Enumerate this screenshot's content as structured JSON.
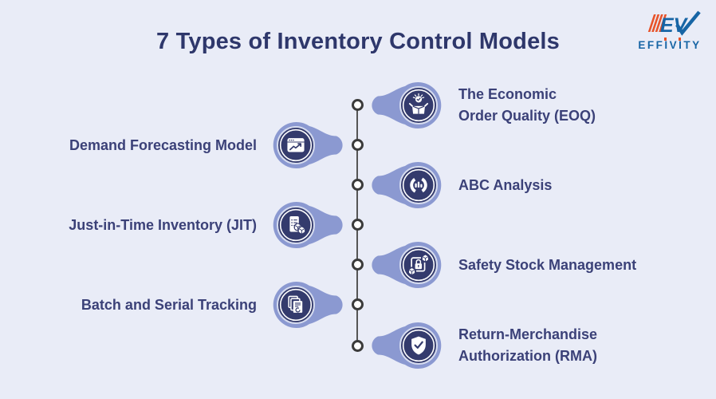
{
  "title": "7 Types of Inventory Control Models",
  "logo": {
    "brand": "EFFIVITY"
  },
  "colors": {
    "background": "#e9ecf7",
    "blob": "#8b99d1",
    "circle_fill": "#343b6d",
    "halo": "#d6dcef",
    "title_text": "#2e376b",
    "label_text": "#3b4178",
    "line": "#555555",
    "dot_border": "#3b3b3b",
    "logo_blue": "#1765a5",
    "logo_orange": "#e8532a"
  },
  "items": [
    {
      "id": "eoq",
      "side": "right",
      "icon": "open-box-check-icon",
      "label_lines": [
        "The Economic",
        "Order Quality (EOQ)"
      ]
    },
    {
      "id": "demand-forecasting",
      "side": "left",
      "icon": "trend-chart-icon",
      "label_lines": [
        "Demand Forecasting Model"
      ]
    },
    {
      "id": "abc-analysis",
      "side": "right",
      "icon": "donut-chart-icon",
      "label_lines": [
        "ABC Analysis"
      ]
    },
    {
      "id": "jit",
      "side": "left",
      "icon": "clipboard-cubes-icon",
      "label_lines": [
        "Just-in-Time Inventory (JIT)"
      ]
    },
    {
      "id": "safety-stock",
      "side": "right",
      "icon": "lock-cubes-icon",
      "label_lines": [
        "Safety Stock Management"
      ]
    },
    {
      "id": "batch-serial-tracking",
      "side": "left",
      "icon": "stacked-documents-icon",
      "label_lines": [
        "Batch and Serial Tracking"
      ]
    },
    {
      "id": "rma",
      "side": "right",
      "icon": "shield-check-icon",
      "label_lines": [
        "Return-Merchandise",
        "Authorization (RMA)"
      ]
    }
  ]
}
